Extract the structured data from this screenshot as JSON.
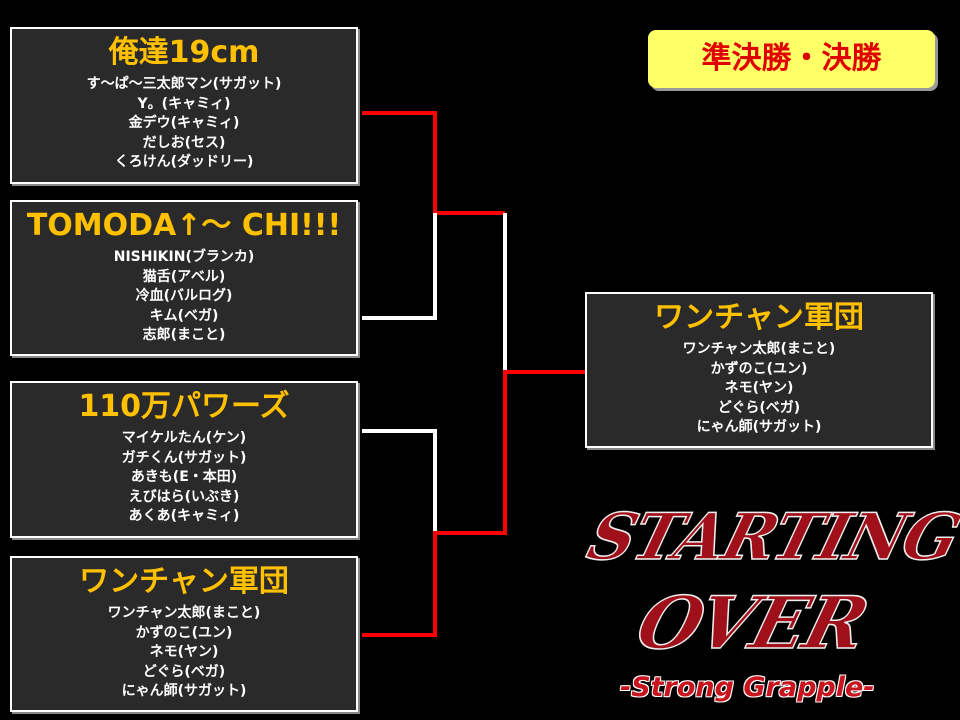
{
  "title": "準決勝・決勝",
  "teams": [
    {
      "name": "俺達19cm",
      "members": [
        "す～ぱ～三太郎マン(サガット)",
        "Y。(キャミィ)",
        "金デウ(キャミィ)",
        "だしお(セス)",
        "くろけん(ダッドリー)"
      ]
    },
    {
      "name": "TOMODA↑～ CHI!!!",
      "members": [
        "NISHIKIN(ブランカ)",
        "猫舌(アベル)",
        "冷血(バルログ)",
        "キム(ベガ)",
        "志郎(まこと)"
      ]
    },
    {
      "name": "110万パワーズ",
      "members": [
        "マイケルたん(ケン)",
        "ガチくん(サガット)",
        "あきも(E・本田)",
        "えびはら(いぶき)",
        "あくあ(キャミィ)"
      ]
    },
    {
      "name": "ワンチャン軍団",
      "members": [
        "ワンチャン太郎(まこと)",
        "かずのこ(ユン)",
        "ネモ(ヤン)",
        "どぐら(ベガ)",
        "にゃん師(サガット)"
      ]
    }
  ],
  "winner": {
    "name": "ワンチャン軍団",
    "members": [
      "ワンチャン太郎(まこと)",
      "かずのこ(ユン)",
      "ネモ(ヤン)",
      "どぐら(ベガ)",
      "にゃん師(サガット)"
    ]
  },
  "logo": {
    "line1": "STARTING",
    "line2": "OVER",
    "sub": "-Strong Grapple-"
  },
  "colors": {
    "win_line": "#ff0000",
    "lose_line": "#ffffff",
    "team_name": "#ffc000"
  }
}
